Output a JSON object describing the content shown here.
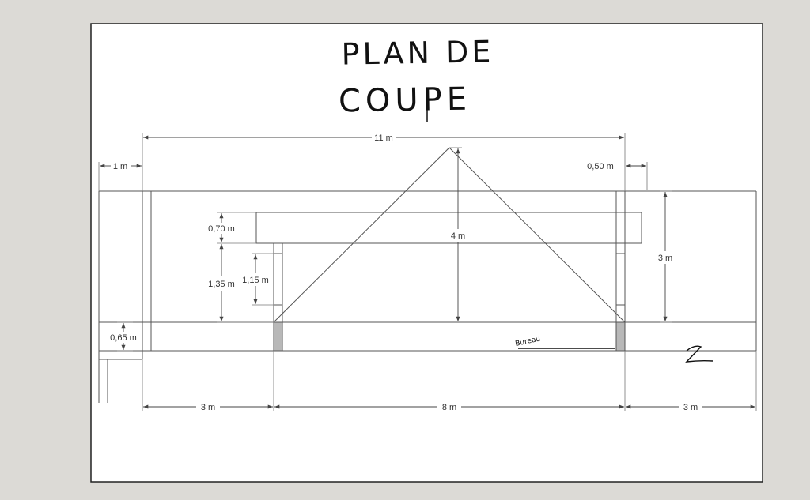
{
  "title": {
    "line1": "PLAN DE",
    "line2": "COUPE"
  },
  "dimensions": {
    "total_width": "11 m",
    "left_offset": "1 m",
    "right_offset": "0,50 m",
    "roof_height": "4 m",
    "right_height": "3 m",
    "beam_thickness": "0,70 m",
    "wall_height": "1,35 m",
    "opening_height": "1,15 m",
    "floor_height": "0,65 m",
    "left_span": "3 m",
    "center_span": "8 m",
    "right_span": "3 m"
  },
  "annotations": {
    "scribble": "Bureau"
  },
  "colors": {
    "background": "#dcdad6",
    "sheet": "#ffffff",
    "line": "#555555",
    "ink": "#111111",
    "post_fill": "#b8b8b8"
  }
}
